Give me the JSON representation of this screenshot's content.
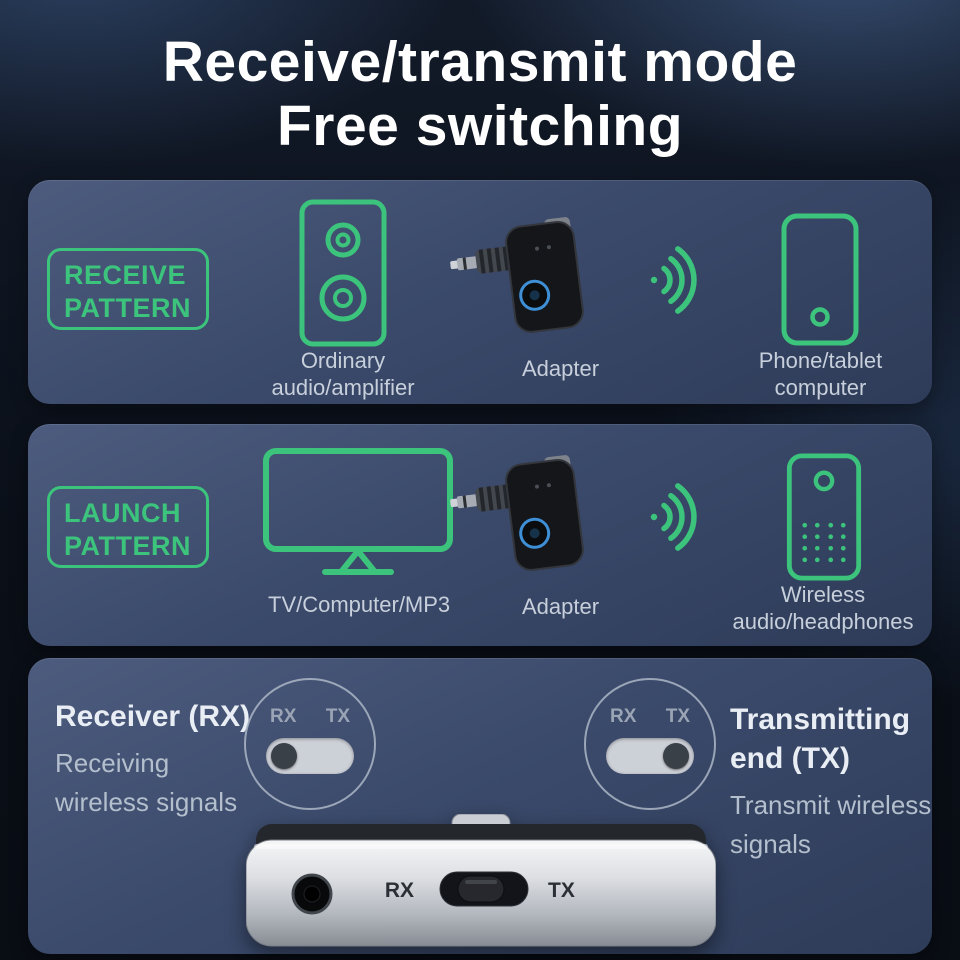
{
  "title": {
    "line1": "Receive/transmit mode",
    "line2": "Free switching"
  },
  "receive_panel": {
    "badge_line1": "RECEIVE",
    "badge_line2": "PATTERN",
    "source_label": "Ordinary audio/amplifier",
    "adapter_label": "Adapter",
    "target_label": "Phone/tablet computer"
  },
  "launch_panel": {
    "badge_line1": "LAUNCH",
    "badge_line2": "PATTERN",
    "source_label": "TV/Computer/MP3",
    "adapter_label": "Adapter",
    "target_label": "Wireless audio/headphones"
  },
  "mode_panel": {
    "rx_title": "Receiver (RX)",
    "rx_desc": "Receiving wireless signals",
    "tx_title": "Transmitting end (TX)",
    "tx_desc": "Transmit wireless signals",
    "toggle_rx_label": "RX",
    "toggle_tx_label": "TX",
    "device_rx_label": "RX",
    "device_tx_label": "TX"
  },
  "colors": {
    "accent_green": "#3cc47c",
    "panel_grad_top": "#4d5c7e",
    "panel_grad_bottom": "#2e3c59",
    "caption": "#c7cfdb",
    "heading": "#e9edf4",
    "desc": "#b4bfcd",
    "title_white": "#ffffff"
  }
}
